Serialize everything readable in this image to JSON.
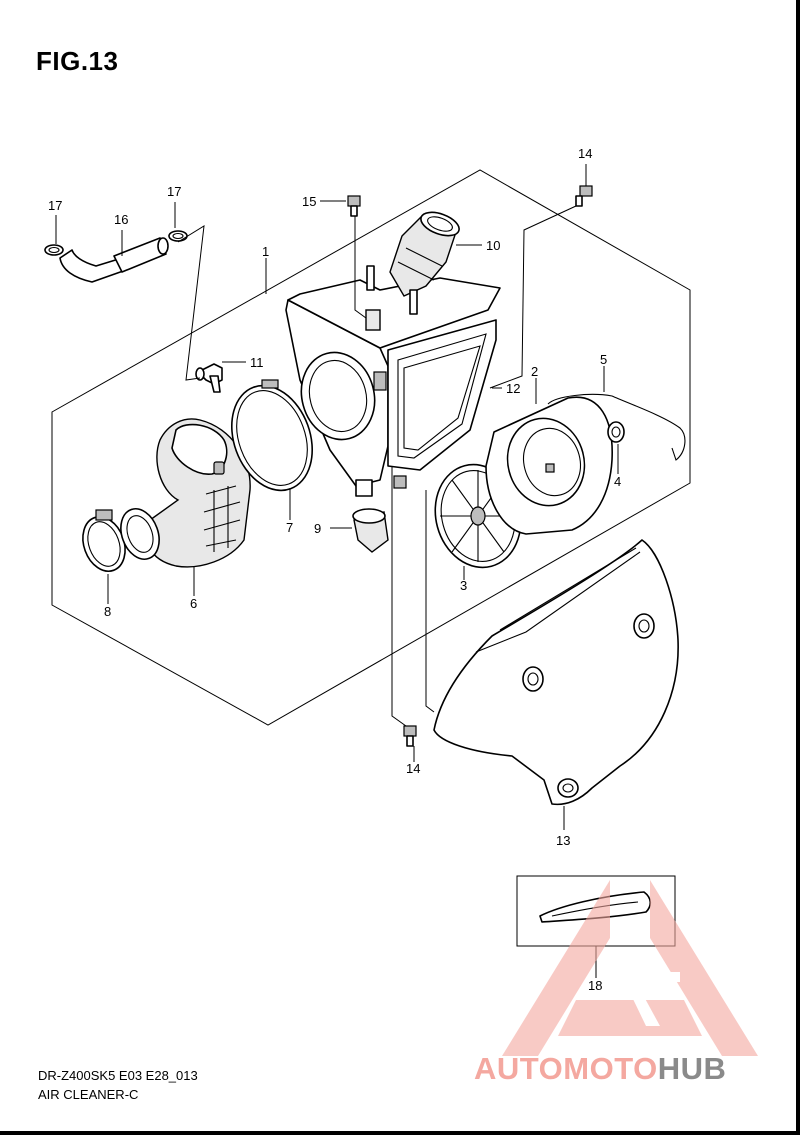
{
  "figure": {
    "title": "FIG.13"
  },
  "callouts": {
    "c1": "1",
    "c2": "2",
    "c3": "3",
    "c4": "4",
    "c5": "5",
    "c6": "6",
    "c7": "7",
    "c8": "8",
    "c9": "9",
    "c10": "10",
    "c11": "11",
    "c12": "12",
    "c13": "13",
    "c14_top": "14",
    "c14_bottom": "14",
    "c15": "15",
    "c16": "16",
    "c17_left": "17",
    "c17_right": "17",
    "c18": "18"
  },
  "caption": {
    "model_code": "DR-Z400SK5 E03 E28_013",
    "assembly_name": "AIR CLEANER-C"
  },
  "watermark": {
    "text_auto": "AUTO",
    "text_moto": "MOTO",
    "text_hub": "HUB",
    "color_primary": "#f4a8a0",
    "color_secondary": "#8a8a8a"
  }
}
